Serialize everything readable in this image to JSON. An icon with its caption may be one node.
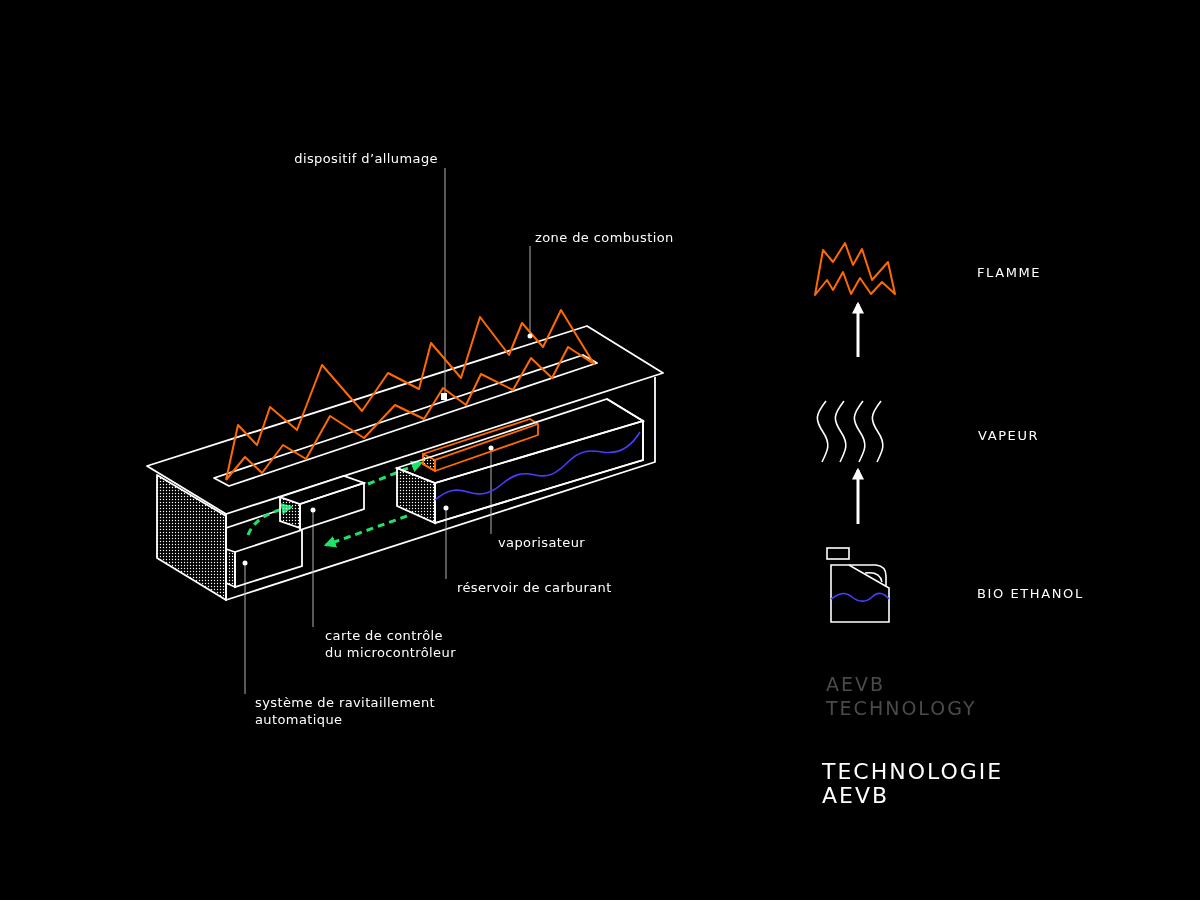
{
  "diagram": {
    "title": "TECHNOLOGIE AEVB",
    "nodes": [
      {
        "text": [
          "dispositif d’allumage"
        ]
      },
      {
        "text": [
          "zone de combustion"
        ]
      },
      {
        "text": [
          "vaporisateur"
        ]
      },
      {
        "text": [
          "réservoir de carburant"
        ]
      },
      {
        "text": [
          "carte de contrôle du microcontrôleur"
        ]
      },
      {
        "text": [
          "système de ravitaillement automatique"
        ]
      },
      {
        "text": [],
        "shape": "box"
      },
      {
        "text": [],
        "shape": "flame"
      },
      {
        "text": [],
        "shape": "box"
      },
      {
        "text": [],
        "shape": "box"
      },
      {
        "text": [],
        "shape": "box"
      },
      {
        "text": [],
        "shape": "box"
      },
      {
        "text": [],
        "shape": "picture"
      },
      {
        "text": [],
        "shape": "picture"
      },
      {
        "text": [],
        "shape": "picture"
      }
    ],
    "edges": [
      {
        "from": 0,
        "to": 6,
        "arrow": "none"
      },
      {
        "from": 1,
        "to": 7,
        "arrow": "none"
      },
      {
        "from": 2,
        "to": 8,
        "arrow": "none"
      },
      {
        "from": 3,
        "to": 9,
        "arrow": "none"
      },
      {
        "from": 4,
        "to": 10,
        "arrow": "none"
      },
      {
        "from": 5,
        "to": 11,
        "arrow": "none"
      },
      {
        "from": 11,
        "to": 10,
        "arrow": "to",
        "style": "dashed",
        "color": "#1ee36b"
      },
      {
        "from": 10,
        "to": 8,
        "arrow": "to",
        "style": "dashed",
        "color": "#1ee36b"
      },
      {
        "from": 9,
        "to": 10,
        "arrow": "to",
        "style": "dashed",
        "color": "#1ee36b"
      },
      {
        "from": 14,
        "to": 13,
        "arrow": "to",
        "style": "thick",
        "color": "#ffffff"
      },
      {
        "from": 13,
        "to": 12,
        "arrow": "to",
        "style": "thick",
        "color": "#ffffff"
      }
    ],
    "labels": [
      "FLAMME",
      "VAPEUR",
      "BIO ETHANOL",
      "AEVB TECHNOLOGY"
    ]
  }
}
